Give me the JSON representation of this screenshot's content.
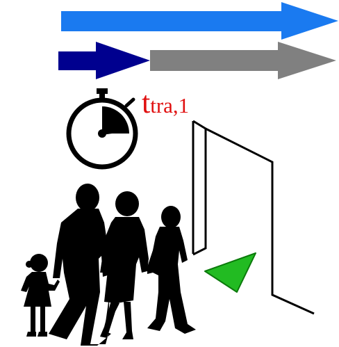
{
  "label": {
    "main": "t",
    "subscript": "tra,1",
    "color": "#e01010"
  },
  "colors": {
    "top_arrow": "#1a7af0",
    "small_arrow": "#00008f",
    "gray_arrow": "#808080",
    "door_line": "#000000",
    "marker": "#22bb22",
    "marker_stroke": "#0b7a0b",
    "silhouette": "#000000"
  },
  "icons": {
    "stopwatch": "stopwatch-icon",
    "marker": "triangle-marker-icon",
    "family": "family-silhouette"
  }
}
